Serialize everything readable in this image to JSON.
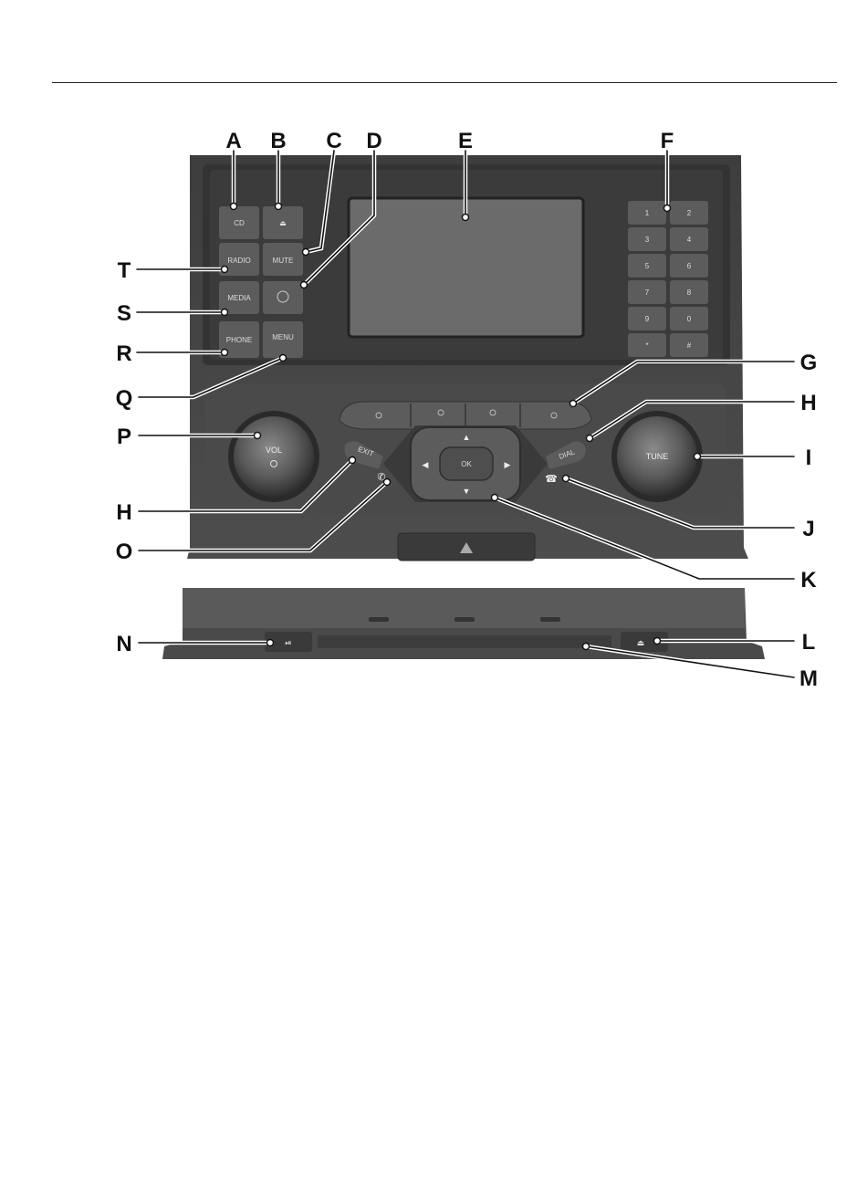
{
  "callouts": {
    "A": "A",
    "B": "B",
    "C": "C",
    "D": "D",
    "E": "E",
    "F": "F",
    "G": "G",
    "H": "H",
    "I": "I",
    "J": "J",
    "K": "K",
    "L": "L",
    "M": "M",
    "N": "N",
    "O": "O",
    "P": "P",
    "Q": "Q",
    "R": "R",
    "S": "S",
    "T": "T"
  },
  "buttons": {
    "cd": "CD",
    "radio": "RADIO",
    "mute": "MUTE",
    "media": "MEDIA",
    "phone": "PHONE",
    "menu": "MENU",
    "vol": "VOL",
    "tune": "TUNE",
    "ok": "OK",
    "exit": "EXIT",
    "dial": "DIAL"
  },
  "keypad": [
    "1",
    "2",
    "3",
    "4",
    "5",
    "6",
    "7",
    "8",
    "9",
    "0",
    "*",
    "#"
  ],
  "colors": {
    "bezel": "#3a3a3a",
    "panel": "#4a4a4a",
    "button": "#5c5c5c",
    "screen": "#6b6b6b",
    "label": "#111111"
  }
}
